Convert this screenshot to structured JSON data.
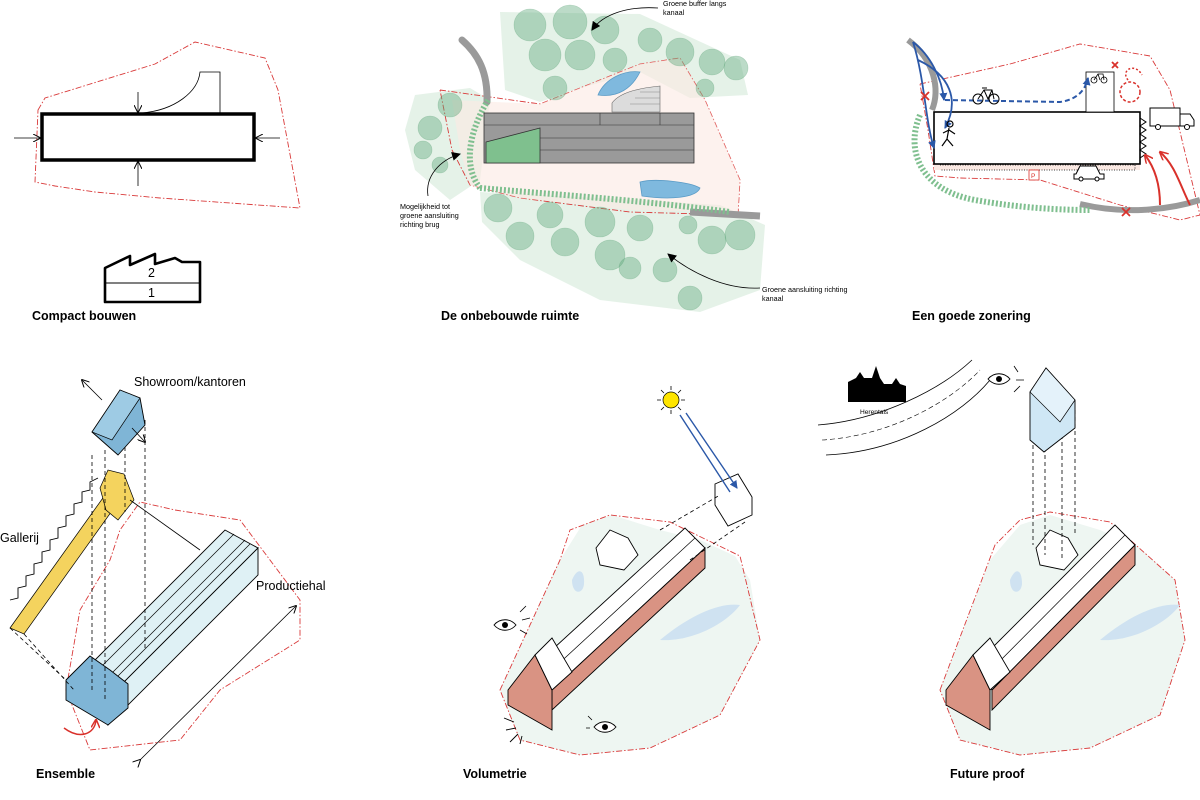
{
  "panels": {
    "compact": {
      "title": "Compact bouwen",
      "floor_upper": "2",
      "floor_lower": "1"
    },
    "onbebouwd": {
      "title": "De onbebouwde ruimte",
      "note_top": [
        "Groene buffer langs",
        "kanaal"
      ],
      "note_left": [
        "Mogelijkheid tot",
        "groene aansluiting",
        "richting brug"
      ],
      "note_bottom": [
        "Groene aansluiting richting",
        "kanaal"
      ]
    },
    "zonering": {
      "title": "Een goede zonering",
      "parking_label": "P"
    },
    "ensemble": {
      "title": "Ensemble",
      "label_showroom": "Showroom/kantoren",
      "label_gallerij": "Gallerij",
      "label_productiehal": "Productiehal"
    },
    "volumetrie": {
      "title": "Volumetrie"
    },
    "futureproof": {
      "title": "Future proof",
      "label_city": "Herentals"
    }
  },
  "colors": {
    "site_boundary": "#d93a3a",
    "tree_green": "#5faa7b",
    "water_blue": "#7fb9de",
    "showroom_blue": "#7fb5d6",
    "gallery_yellow": "#f4d35e",
    "brick": "#d99383",
    "sun_yellow": "#ffe500",
    "arrow_blue": "#2b58a8",
    "arrow_red": "#d9312b"
  },
  "icons": [
    "eye-icon",
    "sun-icon",
    "bicycle-icon",
    "truck-icon",
    "car-icon",
    "pedestrian-icon",
    "church-silhouette-icon"
  ]
}
